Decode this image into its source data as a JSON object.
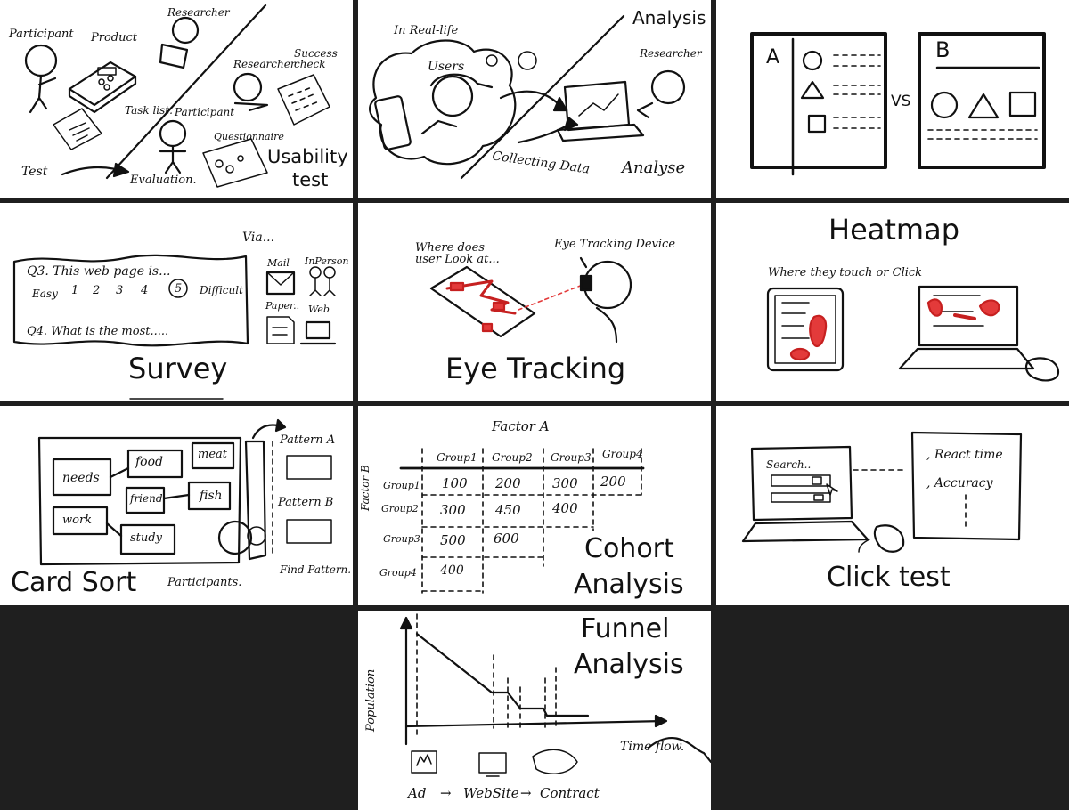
{
  "panels": {
    "usability": {
      "title_line1": "Usability",
      "title_line2": "test",
      "labels": {
        "participant1": "Participant",
        "product": "Product",
        "researcher1": "Researcher",
        "researcher2": "Researcher",
        "success_check": "Success check",
        "task_list": "Task list.",
        "participant2": "Participant",
        "questionnaire": "Questionnaire",
        "test": "Test",
        "evaluation": "Evaluation."
      }
    },
    "analysis": {
      "title": "Analysis",
      "labels": {
        "in_real_life": "In Real-life",
        "users": "Users",
        "researcher": "Researcher",
        "collecting_data": "Collecting Data",
        "analyse": "Analyse"
      }
    },
    "ab": {
      "label_a": "A",
      "label_b": "B",
      "vs": "VS"
    },
    "survey": {
      "title": "Survey",
      "labels": {
        "via": "Via...",
        "q3": "Q3. This web page is...",
        "easy": "Easy",
        "scale": [
          "1",
          "2",
          "3",
          "4",
          "5"
        ],
        "difficult": "Difficult",
        "q4": "Q4. What is the most.....",
        "mail": "Mail",
        "in_person": "InPerson",
        "paper": "Paper..",
        "web": "Web"
      }
    },
    "eye_tracking": {
      "title": "Eye Tracking",
      "labels": {
        "where_look": "Where does user Look at...",
        "device": "Eye Tracking Device"
      }
    },
    "heatmap": {
      "title": "Heatmap",
      "labels": {
        "where_touch": "Where they touch or Click"
      }
    },
    "card_sort": {
      "title": "Card Sort",
      "labels": {
        "needs": "needs",
        "food": "food",
        "meat": "meat",
        "friend": "friend",
        "fish": "fish",
        "work": "work",
        "study": "study",
        "pattern_a": "Pattern A",
        "pattern_b": "Pattern B",
        "find_pattern": "Find Pattern.",
        "participants": "Participants."
      }
    },
    "cohort": {
      "title_line1": "Cohort",
      "title_line2": "Analysis",
      "factor_a": "Factor A",
      "factor_b": "Factor B",
      "columns": [
        "Group1",
        "Group2",
        "Group3",
        "Group4"
      ],
      "rows": [
        {
          "label": "Group1",
          "cells": [
            "100",
            "200",
            "300",
            "200"
          ]
        },
        {
          "label": "Group2",
          "cells": [
            "300",
            "450",
            "400",
            ""
          ]
        },
        {
          "label": "Group3",
          "cells": [
            "500",
            "600",
            "",
            ""
          ]
        },
        {
          "label": "Group4",
          "cells": [
            "400",
            "",
            "",
            ""
          ]
        }
      ]
    },
    "click_test": {
      "title": "Click test",
      "labels": {
        "search": "Search..",
        "react_time": ", React time",
        "accuracy": ", Accuracy"
      }
    },
    "funnel": {
      "title_line1": "Funnel",
      "title_line2": "Analysis",
      "labels": {
        "population": "Population",
        "time_flow": "Time flow.",
        "ad": "Ad",
        "website": "WebSite",
        "contract": "Contract",
        "arrow": "→"
      }
    }
  }
}
